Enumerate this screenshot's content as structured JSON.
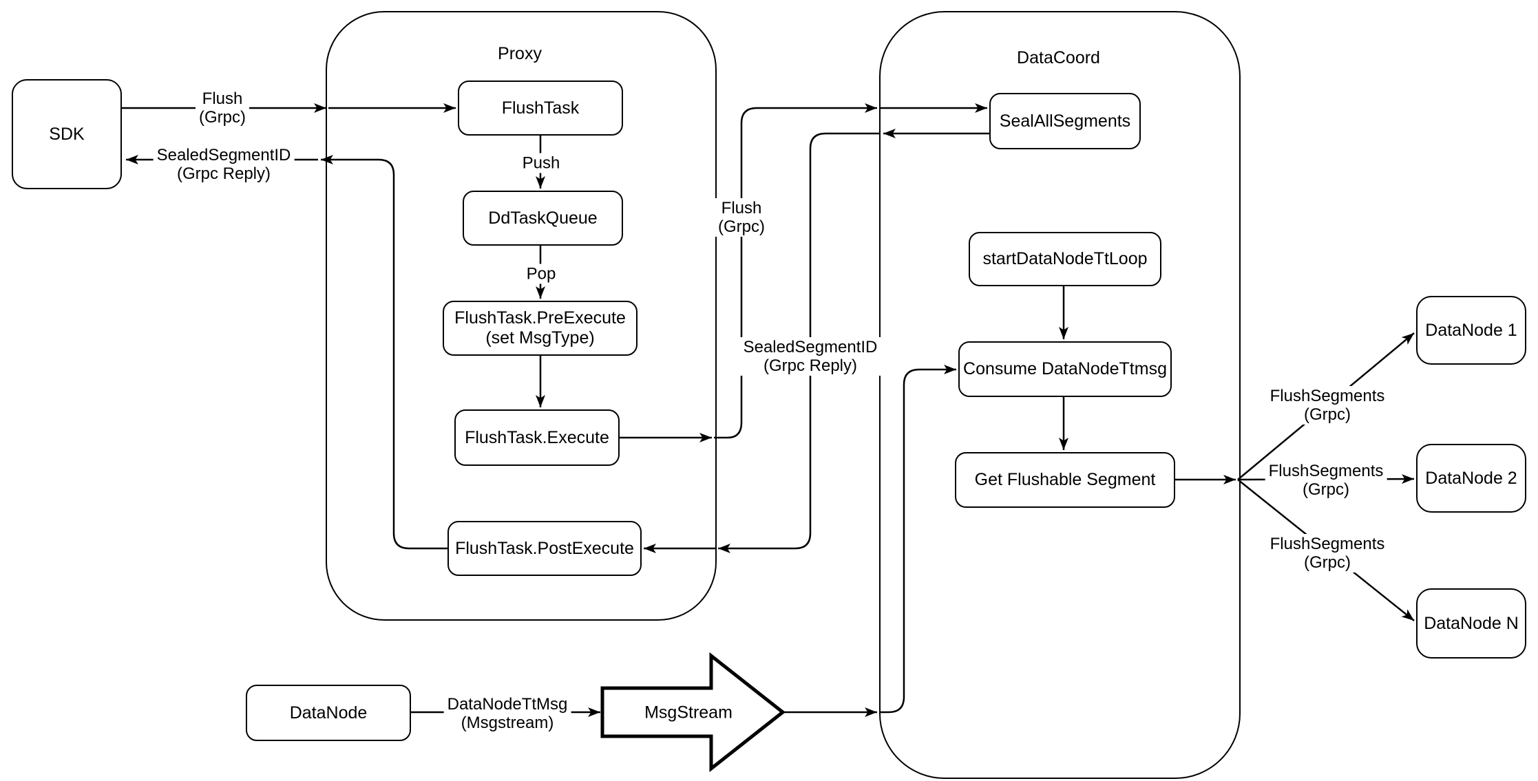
{
  "diagram": {
    "colors": {
      "stroke": "#000000",
      "fill": "#ffffff"
    },
    "containers": {
      "proxy": {
        "label": "Proxy"
      },
      "datacoord": {
        "label": "DataCoord"
      }
    },
    "nodes": {
      "sdk": {
        "label": "SDK"
      },
      "flush_task": {
        "label": "FlushTask"
      },
      "dd_task_queue": {
        "label": "DdTaskQueue"
      },
      "pre_execute": {
        "line1": "FlushTask.PreExecute",
        "line2": "(set MsgType)"
      },
      "execute": {
        "label": "FlushTask.Execute"
      },
      "post_execute": {
        "label": "FlushTask.PostExecute"
      },
      "seal_all_segments": {
        "label": "SealAllSegments"
      },
      "start_datanode_tt_loop": {
        "label": "startDataNodeTtLoop"
      },
      "consume_datanode_ttmsg": {
        "label": "Consume DataNodeTtmsg"
      },
      "get_flushable_segment": {
        "label": "Get Flushable Segment"
      },
      "datanode_1": {
        "label": "DataNode 1"
      },
      "datanode_2": {
        "label": "DataNode 2"
      },
      "datanode_n": {
        "label": "DataNode N"
      },
      "datanode": {
        "label": "DataNode"
      },
      "msgstream": {
        "label": "MsgStream"
      }
    },
    "edge_labels": {
      "flush_sdk": {
        "line1": "Flush",
        "line2": "(Grpc)"
      },
      "sealed_sdk": {
        "line1": "SealedSegmentID",
        "line2": "(Grpc Reply)"
      },
      "push": {
        "line1": "Push"
      },
      "pop": {
        "line1": "Pop"
      },
      "flush_datacoord": {
        "line1": "Flush",
        "line2": "(Grpc)"
      },
      "sealed_datacoord": {
        "line1": "SealedSegmentID",
        "line2": "(Grpc Reply)"
      },
      "flush_segments_1": {
        "line1": "FlushSegments",
        "line2": "(Grpc)"
      },
      "flush_segments_2": {
        "line1": "FlushSegments",
        "line2": "(Grpc)"
      },
      "flush_segments_3": {
        "line1": "FlushSegments",
        "line2": "(Grpc)"
      },
      "datanode_tt_msg": {
        "line1": "DataNodeTtMsg",
        "line2": "(Msgstream)"
      }
    }
  }
}
